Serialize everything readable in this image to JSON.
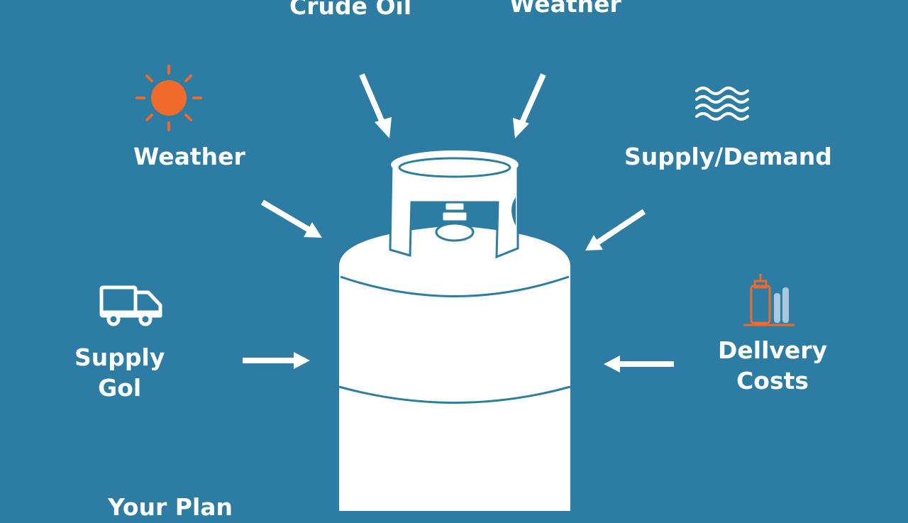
{
  "labels": {
    "crude_oil": "Crude Oil",
    "weather_top": "Weather",
    "weather_left": "Weather",
    "supply_demand": "Supply/Demand",
    "supply_gol_line1": "Supply",
    "supply_gol_line2": "Gol",
    "delivery_line1": "Dellvery",
    "delivery_line2": "Costs",
    "your_plan": "Your Plan"
  },
  "icons": {
    "sun": "sun-icon",
    "waves": "waves-icon",
    "truck": "truck-icon",
    "tanks": "tanks-icon",
    "cylinder": "propane-cylinder-icon"
  },
  "colors": {
    "background": "#2c7ca3",
    "foreground": "#ffffff",
    "accent": "#f06a2b"
  }
}
